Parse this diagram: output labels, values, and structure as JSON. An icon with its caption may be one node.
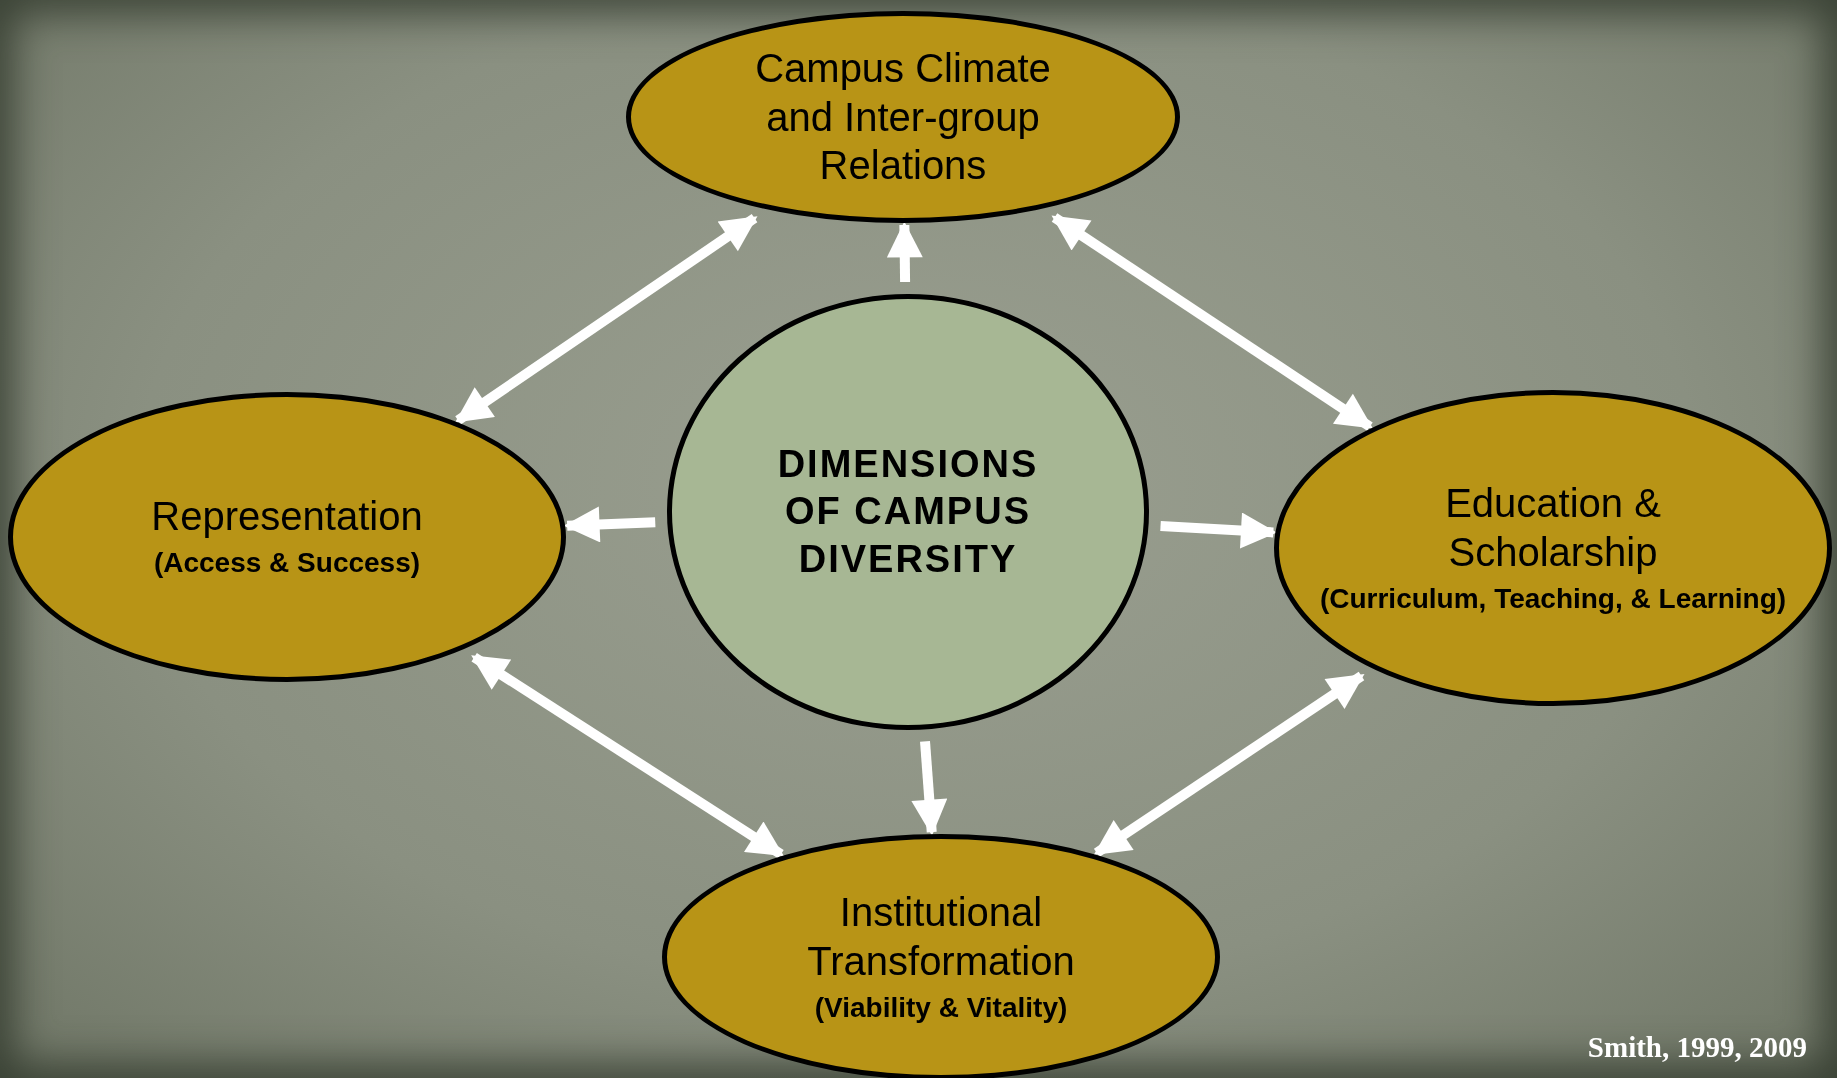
{
  "diagram": {
    "nodes": [
      {
        "text": [
          "Campus Climate and Inter-group Relations"
        ]
      },
      {
        "text": [
          "Representation",
          "(Access & Success)"
        ]
      },
      {
        "text": [
          "DIMENSIONS OF CAMPUS DIVERSITY"
        ]
      },
      {
        "text": [
          "Education & Scholarship",
          "(Curriculum, Teaching, & Learning)"
        ]
      },
      {
        "text": [
          "Institutional Transformation",
          "(Viability & Vitality)"
        ]
      }
    ],
    "edges": [
      {
        "from": 2,
        "to": 0,
        "arrow": "to"
      },
      {
        "from": 2,
        "to": 1,
        "arrow": "to"
      },
      {
        "from": 2,
        "to": 3,
        "arrow": "to"
      },
      {
        "from": 2,
        "to": 4,
        "arrow": "to"
      },
      {
        "from": 0,
        "to": 1,
        "arrow": "both"
      },
      {
        "from": 0,
        "to": 3,
        "arrow": "both"
      },
      {
        "from": 1,
        "to": 4,
        "arrow": "both"
      },
      {
        "from": 3,
        "to": 4,
        "arrow": "both"
      }
    ],
    "labels": [
      "Smith, 1999, 2009"
    ]
  }
}
